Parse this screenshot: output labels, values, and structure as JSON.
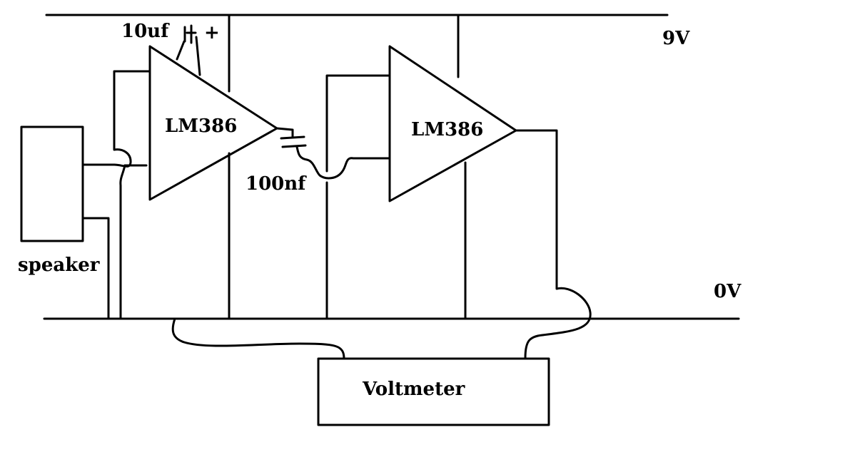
{
  "rails": {
    "top_label": "9V",
    "bottom_label": "0V"
  },
  "components": {
    "amp1_label": "LM386",
    "amp2_label": "LM386",
    "cap1_label": "10uf",
    "cap1_polarity": "+",
    "cap2_label": "100nf",
    "speaker_label": "speaker",
    "voltmeter_label": "Voltmeter"
  }
}
